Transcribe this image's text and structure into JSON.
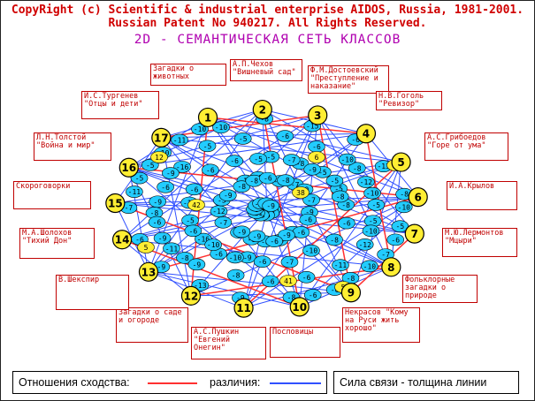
{
  "header": {
    "line1": "CopyRight (c) Scientific & industrial enterprise AIDOS, Russia, 1981-2001.",
    "line2": "Russian Patent No 940217. All Rights Reserved.",
    "title": "2D - СЕМАНТИЧЕСКАЯ СЕТЬ КЛАССОВ"
  },
  "legend": {
    "similarity_label": "Отношения сходства:",
    "difference_label": "различия:",
    "strength_label": "Сила связи - толщина линии",
    "similarity_color": "#ff3030",
    "difference_color": "#3050ff"
  },
  "colors": {
    "class_node": "#ffee33",
    "class_node_border": "#000000",
    "relation_node": "#22ccff",
    "relation_label_node": "#ffee33",
    "box_border": "#c00000",
    "box_text": "#c00000"
  },
  "classes": [
    {
      "id": "1",
      "name": "Загадки о животных"
    },
    {
      "id": "2",
      "name": "А.П.Чехов \"Вишневый сад\""
    },
    {
      "id": "3",
      "name": "Ф.М.Достоевский \"Преступление и наказание\""
    },
    {
      "id": "4",
      "name": "Н.В.Гоголь \"Ревизор\""
    },
    {
      "id": "5",
      "name": "А.С.Грибоедов \"Горе от ума\""
    },
    {
      "id": "6",
      "name": "И.А.Крылов"
    },
    {
      "id": "7",
      "name": "М.Ю.Лермонтов \"Мцыри\""
    },
    {
      "id": "8",
      "name": "Фольклорные загадки о природе"
    },
    {
      "id": "9",
      "name": "Некрасов \"Кому на Руси жить хорошо\""
    },
    {
      "id": "10",
      "name": "Пословицы"
    },
    {
      "id": "11",
      "name": "А.С.Пушкин \"Евгений Онегин\""
    },
    {
      "id": "12",
      "name": "Загадки о саде и огороде"
    },
    {
      "id": "13",
      "name": "В.Шекспир"
    },
    {
      "id": "14",
      "name": "М.А.Шолохов \"Тихий Дон\""
    },
    {
      "id": "15",
      "name": "Скороговорки"
    },
    {
      "id": "16",
      "name": "Л.Н.Толстой \"Война и мир\""
    },
    {
      "id": "17",
      "name": "И.С.Тургенев \"Отцы и дети\""
    }
  ],
  "relation_labels": [
    "-10",
    "-8",
    "-5",
    "-5",
    "-11",
    "-8",
    "-9",
    "-11",
    "-6",
    "-9",
    "-8",
    "-8",
    "-5",
    "-10",
    "-6",
    "-9",
    "-10",
    "-8",
    "-5",
    "-8",
    "-11",
    "-5",
    "-16",
    "-12",
    "-6",
    "-6",
    "-5",
    "-9",
    "-10",
    "-12",
    "-5",
    "-7",
    "-8",
    "-16",
    "-8",
    "-7",
    "-8",
    "-11",
    "-13",
    "-9",
    "-9",
    "-5",
    "-6",
    "-7",
    "-15",
    "-6",
    "-6",
    "-7",
    "-13",
    "-5",
    "-8",
    "-12",
    "-6",
    "-6",
    "-6",
    "-9",
    "-9",
    "-6",
    "-10",
    "-5",
    "-13",
    "-8",
    "-6",
    "-6",
    "-6",
    "-6",
    "-7",
    "-9",
    "-8",
    "-9",
    "-5",
    "-6",
    "-7",
    "-10",
    "-6",
    "-8",
    "-5",
    "-11",
    "-7",
    "-9",
    "-5",
    "-12",
    "-10",
    "-8",
    "-7",
    "-6",
    "-9",
    "-6",
    "-10",
    "-5",
    "-10",
    "-6",
    "-8",
    "-9",
    "-5",
    "-9",
    "-10",
    "-10",
    "-6",
    "-8",
    "-6",
    "-9",
    "-8",
    "-9"
  ],
  "positive_labels": [
    "12",
    "6",
    "38",
    "42",
    "5",
    "41",
    "5",
    "5"
  ]
}
